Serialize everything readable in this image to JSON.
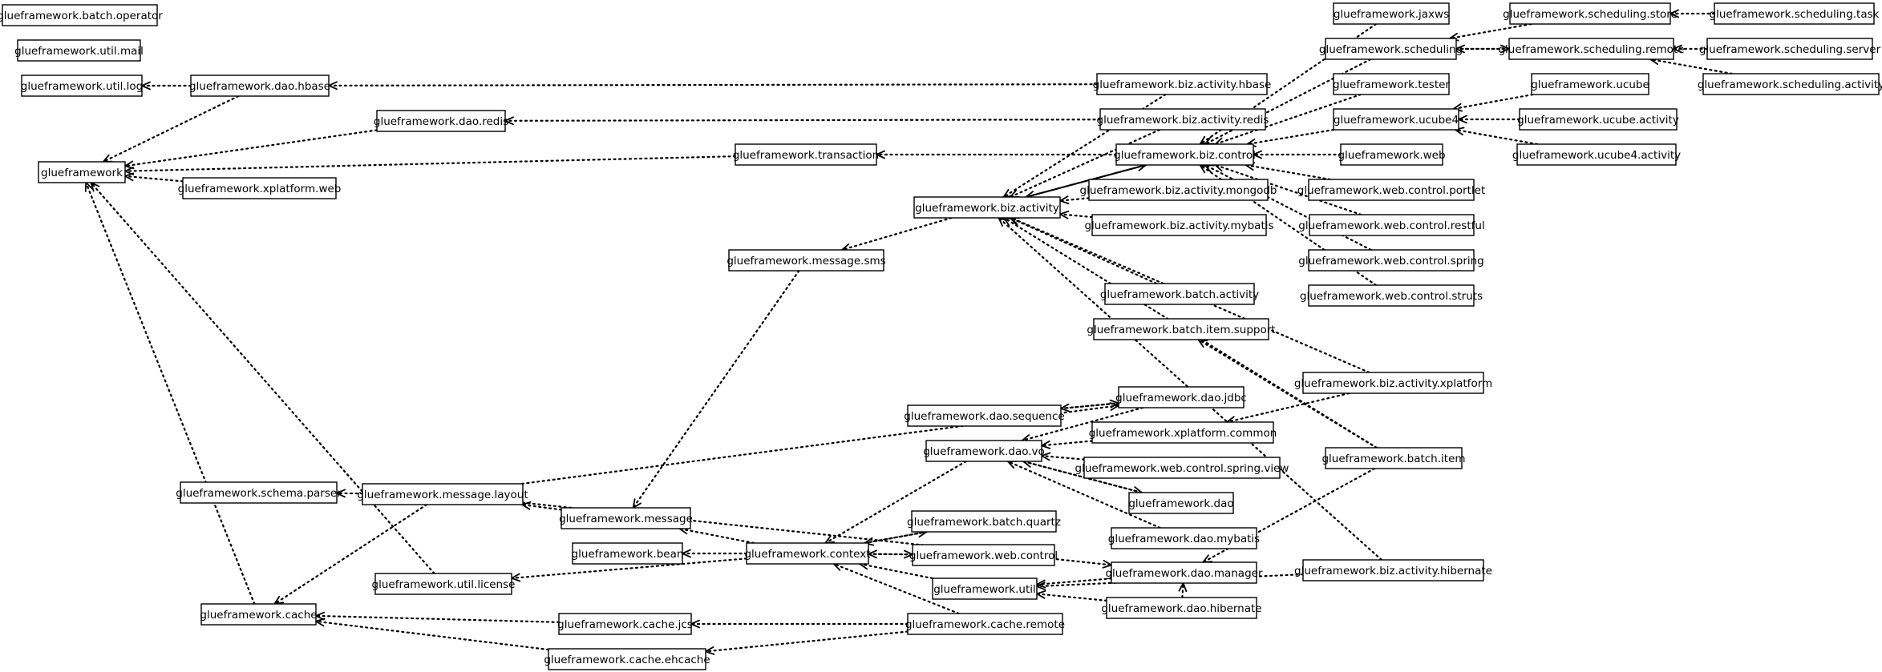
{
  "diagram": {
    "type": "package-dependency-graph",
    "nodes": [
      {
        "id": "batch_operator",
        "label": "glueframework.batch.operator"
      },
      {
        "id": "util_mail",
        "label": "glueframework.util.mail"
      },
      {
        "id": "util_log",
        "label": "glueframework.util.log"
      },
      {
        "id": "dao_hbase",
        "label": "glueframework.dao.hbase"
      },
      {
        "id": "dao_redis",
        "label": "glueframework.dao.redis"
      },
      {
        "id": "gf",
        "label": "glueframework"
      },
      {
        "id": "xplatform_web",
        "label": "glueframework.xplatform.web"
      },
      {
        "id": "transaction",
        "label": "glueframework.transaction"
      },
      {
        "id": "biz_activity",
        "label": "glueframework.biz.activity"
      },
      {
        "id": "message_sms",
        "label": "glueframework.message.sms"
      },
      {
        "id": "jaxws",
        "label": "glueframework.jaxws"
      },
      {
        "id": "scheduling",
        "label": "glueframework.scheduling"
      },
      {
        "id": "tester",
        "label": "glueframework.tester"
      },
      {
        "id": "ucube4",
        "label": "glueframework.ucube4"
      },
      {
        "id": "web",
        "label": "glueframework.web"
      },
      {
        "id": "biz_activity_hbase",
        "label": "glueframework.biz.activity.hbase"
      },
      {
        "id": "biz_activity_redis",
        "label": "glueframework.biz.activity.redis"
      },
      {
        "id": "biz_control",
        "label": "glueframework.biz.control"
      },
      {
        "id": "biz_activity_mongodb",
        "label": "glueframework.biz.activity.mongodb"
      },
      {
        "id": "biz_activity_mybatis",
        "label": "glueframework.biz.activity.mybatis"
      },
      {
        "id": "batch_activity",
        "label": "glueframework.batch.activity"
      },
      {
        "id": "batch_item_support",
        "label": "glueframework.batch.item.support"
      },
      {
        "id": "scheduling_store",
        "label": "glueframework.scheduling.store"
      },
      {
        "id": "scheduling_remote",
        "label": "glueframework.scheduling.remote"
      },
      {
        "id": "ucube",
        "label": "glueframework.ucube"
      },
      {
        "id": "ucube_activity",
        "label": "glueframework.ucube.activity"
      },
      {
        "id": "ucube4_activity",
        "label": "glueframework.ucube4.activity"
      },
      {
        "id": "web_control_portlet",
        "label": "glueframework.web.control.portlet"
      },
      {
        "id": "web_control_restful",
        "label": "glueframework.web.control.restful"
      },
      {
        "id": "web_control_spring",
        "label": "glueframework.web.control.spring"
      },
      {
        "id": "web_control_struts",
        "label": "glueframework.web.control.struts"
      },
      {
        "id": "scheduling_task",
        "label": "glueframework.scheduling.task"
      },
      {
        "id": "scheduling_server",
        "label": "glueframework.scheduling.server"
      },
      {
        "id": "scheduling_activity",
        "label": "glueframework.scheduling.activity"
      },
      {
        "id": "schema_parser",
        "label": "glueframework.schema.parser"
      },
      {
        "id": "message_layout",
        "label": "glueframework.message.layout"
      },
      {
        "id": "message",
        "label": "glueframework.message"
      },
      {
        "id": "bean",
        "label": "glueframework.bean"
      },
      {
        "id": "context",
        "label": "glueframework.context"
      },
      {
        "id": "util_license",
        "label": "glueframework.util.license"
      },
      {
        "id": "cache",
        "label": "glueframework.cache"
      },
      {
        "id": "cache_jcs",
        "label": "glueframework.cache.jcs"
      },
      {
        "id": "cache_ehcache",
        "label": "glueframework.cache.ehcache"
      },
      {
        "id": "dao_sequence",
        "label": "glueframework.dao.sequence"
      },
      {
        "id": "dao_vo",
        "label": "glueframework.dao.vo"
      },
      {
        "id": "dao_jdbc",
        "label": "glueframework.dao.jdbc"
      },
      {
        "id": "xplatform_common",
        "label": "glueframework.xplatform.common"
      },
      {
        "id": "web_control_spring_view",
        "label": "glueframework.web.control.spring.view"
      },
      {
        "id": "dao",
        "label": "glueframework.dao"
      },
      {
        "id": "dao_mybatis",
        "label": "glueframework.dao.mybatis"
      },
      {
        "id": "batch_quartz",
        "label": "glueframework.batch.quartz"
      },
      {
        "id": "web_control",
        "label": "glueframework.web.control"
      },
      {
        "id": "util",
        "label": "glueframework.util"
      },
      {
        "id": "cache_remote",
        "label": "glueframework.cache.remote"
      },
      {
        "id": "dao_manager",
        "label": "glueframework.dao.manager"
      },
      {
        "id": "dao_hibernate",
        "label": "glueframework.dao.hibernate"
      },
      {
        "id": "biz_activity_xplatform",
        "label": "glueframework.biz.activity.xplatform"
      },
      {
        "id": "batch_item",
        "label": "glueframework.batch.item"
      },
      {
        "id": "biz_activity_hibernate",
        "label": "glueframework.biz.activity.hibernate"
      }
    ],
    "edges": [
      [
        "dao_hbase",
        "util_log"
      ],
      [
        "dao_hbase",
        "gf"
      ],
      [
        "dao_redis",
        "gf"
      ],
      [
        "transaction",
        "gf"
      ],
      [
        "xplatform_web",
        "gf"
      ],
      [
        "util_license",
        "gf"
      ],
      [
        "cache",
        "gf"
      ],
      [
        "biz_activity_hbase",
        "dao_hbase"
      ],
      [
        "biz_activity_redis",
        "dao_redis"
      ],
      [
        "biz_control",
        "transaction"
      ],
      [
        "biz_activity_hbase",
        "biz_activity"
      ],
      [
        "biz_activity_redis",
        "biz_activity"
      ],
      [
        "biz_control",
        "biz_activity"
      ],
      [
        "biz_activity_mongodb",
        "biz_activity"
      ],
      [
        "biz_activity_mybatis",
        "biz_activity"
      ],
      [
        "batch_activity",
        "biz_activity"
      ],
      [
        "biz_activity_xplatform",
        "biz_activity"
      ],
      [
        "batch_item",
        "biz_activity"
      ],
      [
        "biz_activity",
        "biz_control"
      ],
      [
        "biz_activity",
        "message_sms"
      ],
      [
        "message_sms",
        "message"
      ],
      [
        "jaxws",
        "biz_control"
      ],
      [
        "scheduling",
        "biz_control"
      ],
      [
        "tester",
        "biz_control"
      ],
      [
        "ucube4",
        "biz_control"
      ],
      [
        "web",
        "biz_control"
      ],
      [
        "web_control_portlet",
        "biz_control"
      ],
      [
        "web_control_restful",
        "biz_control"
      ],
      [
        "web_control_spring",
        "biz_control"
      ],
      [
        "web_control_struts",
        "biz_control"
      ],
      [
        "scheduling_store",
        "scheduling"
      ],
      [
        "scheduling_remote",
        "scheduling"
      ],
      [
        "scheduling",
        "scheduling_remote"
      ],
      [
        "scheduling_task",
        "scheduling_store"
      ],
      [
        "scheduling_server",
        "scheduling_remote"
      ],
      [
        "scheduling_activity",
        "scheduling_remote"
      ],
      [
        "ucube",
        "ucube4"
      ],
      [
        "ucube_activity",
        "ucube4"
      ],
      [
        "ucube4_activity",
        "ucube4"
      ],
      [
        "batch_item",
        "batch_item_support"
      ],
      [
        "biz_activity_hibernate",
        "biz_activity"
      ],
      [
        "biz_activity_xplatform",
        "xplatform_common"
      ],
      [
        "message_layout",
        "schema_parser"
      ],
      [
        "message_layout",
        "dao_jdbc"
      ],
      [
        "message_layout",
        "cache"
      ],
      [
        "message_layout",
        "dao_manager"
      ],
      [
        "message",
        "message_layout"
      ],
      [
        "context",
        "message"
      ],
      [
        "context",
        "bean"
      ],
      [
        "context",
        "util_license"
      ],
      [
        "context",
        "batch_quartz"
      ],
      [
        "context",
        "web_control"
      ],
      [
        "web_control",
        "context"
      ],
      [
        "batch_quartz",
        "context"
      ],
      [
        "util",
        "context"
      ],
      [
        "cache_remote",
        "context"
      ],
      [
        "dao_vo",
        "context"
      ],
      [
        "cache_jcs",
        "cache"
      ],
      [
        "cache_ehcache",
        "cache"
      ],
      [
        "cache_remote",
        "cache_jcs"
      ],
      [
        "cache_remote",
        "cache_ehcache"
      ],
      [
        "dao_jdbc",
        "dao_sequence"
      ],
      [
        "dao_sequence",
        "dao_jdbc"
      ],
      [
        "dao_jdbc",
        "dao_vo"
      ],
      [
        "xplatform_common",
        "dao_vo"
      ],
      [
        "web_control_spring_view",
        "dao_vo"
      ],
      [
        "dao",
        "dao_vo"
      ],
      [
        "dao_vo",
        "dao"
      ],
      [
        "dao_mybatis",
        "dao_vo"
      ],
      [
        "dao_manager",
        "util"
      ],
      [
        "dao_hibernate",
        "util"
      ],
      [
        "dao_hibernate",
        "dao_manager"
      ],
      [
        "batch_item",
        "dao_manager"
      ],
      [
        "biz_activity_hibernate",
        "util"
      ]
    ]
  }
}
